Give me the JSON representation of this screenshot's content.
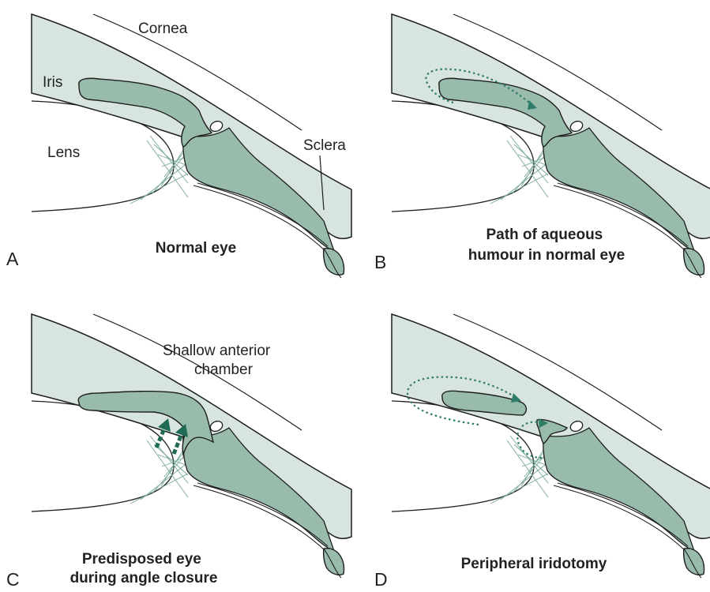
{
  "colors": {
    "sclera_fill": "#d7e5de",
    "iris_fill": "#98bbac",
    "outline": "#1e1e1e",
    "zonule": "#77a896",
    "aqueous_arrow": "#2e7d68",
    "pressure_arrow": "#1f6b55"
  },
  "panels": [
    {
      "letter": "A",
      "caption_lines": [
        "Normal eye"
      ]
    },
    {
      "letter": "B",
      "caption_lines": [
        "Path of aqueous",
        "humour in normal eye"
      ]
    },
    {
      "letter": "C",
      "caption_lines": [
        "Predisposed eye",
        "during angle closure"
      ]
    },
    {
      "letter": "D",
      "caption_lines": [
        "Peripheral iridotomy"
      ]
    }
  ],
  "labels": {
    "cornea": "Cornea",
    "iris": "Iris",
    "lens": "Lens",
    "sclera": "Sclera",
    "shallow_chamber_lines": [
      "Shallow anterior",
      "chamber"
    ]
  }
}
